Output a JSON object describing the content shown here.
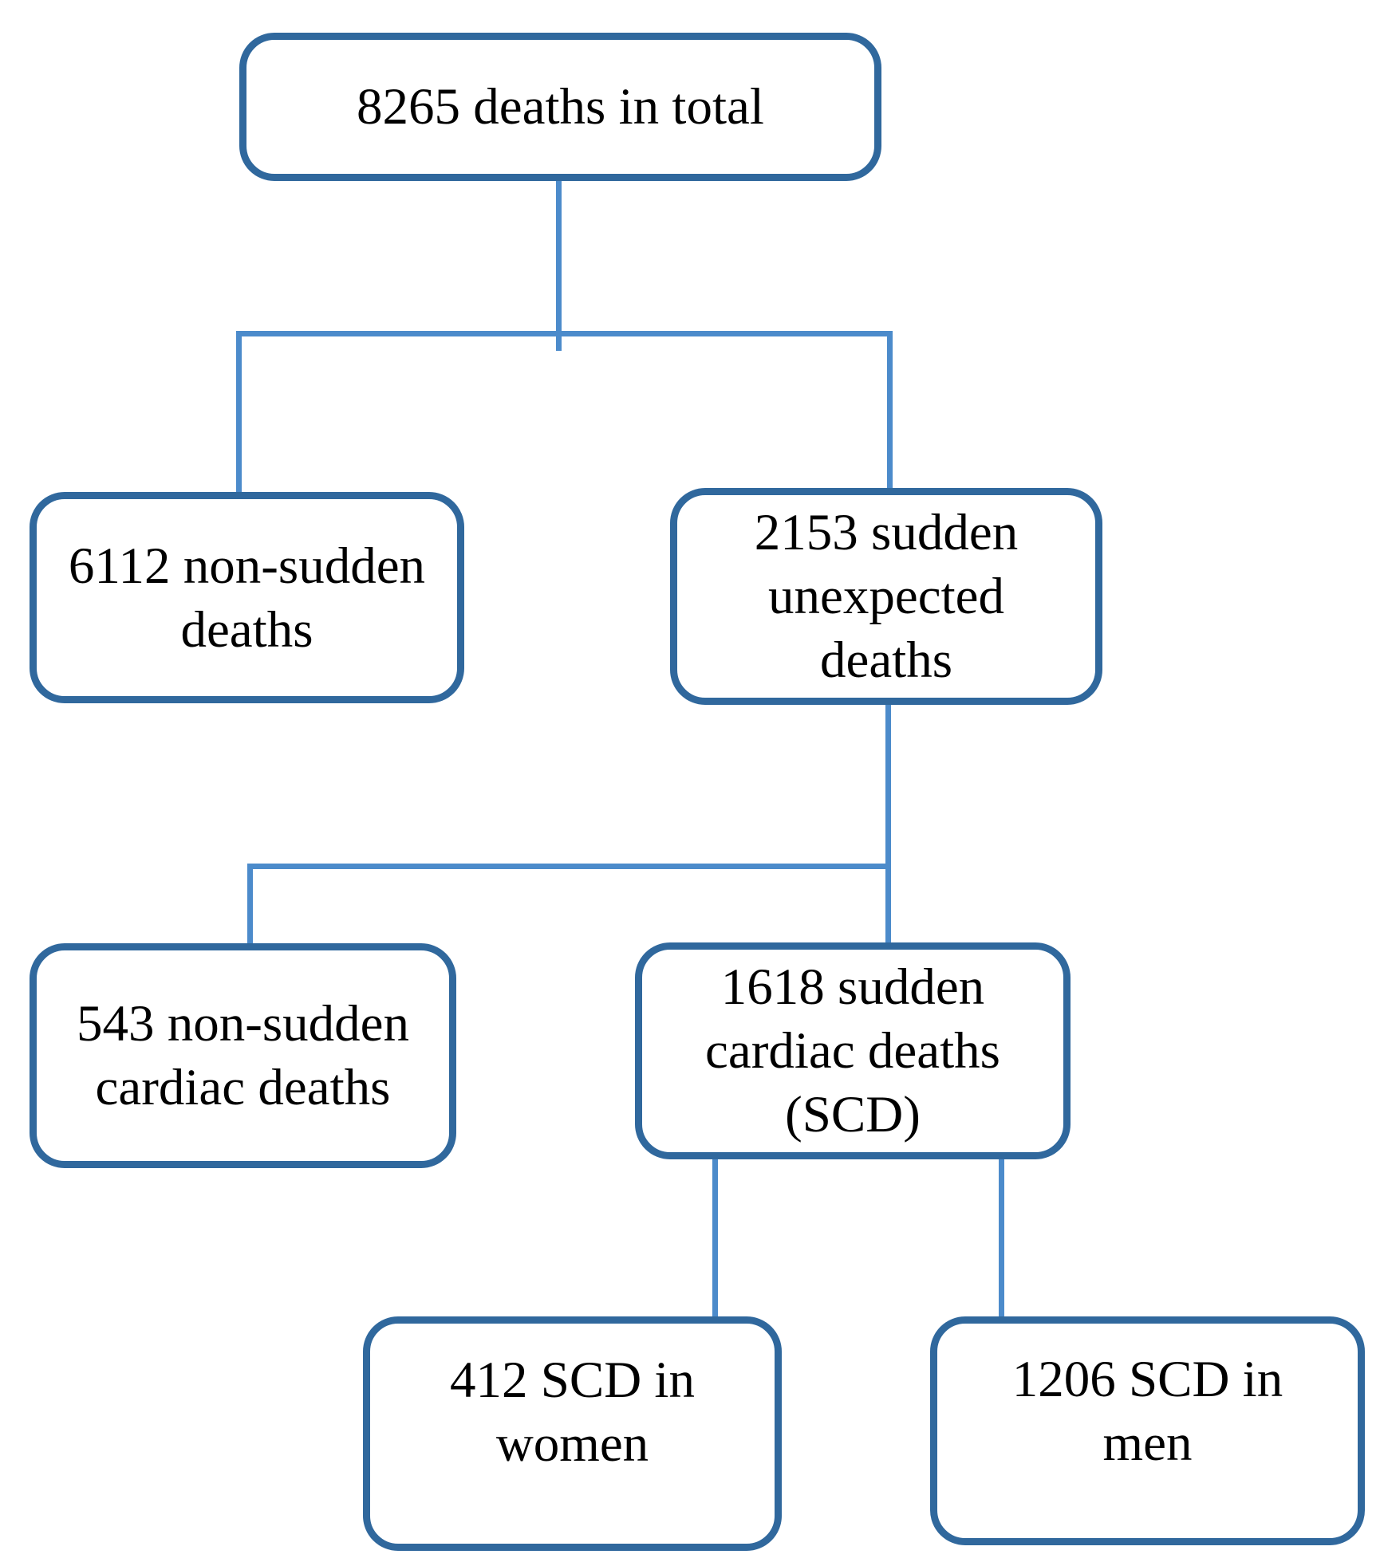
{
  "diagram": {
    "type": "flowchart",
    "description": "Flow diagram classifying deaths into sudden cardiac death categories",
    "colors": {
      "box_border": "#30689D",
      "connector_line": "#4C8BCB",
      "text": "#000000",
      "background": "#FFFFFF"
    },
    "nodes": {
      "total_deaths": {
        "label": "8265 deaths in total",
        "lines": [
          "8265 deaths in total"
        ],
        "value": 8265
      },
      "non_sudden_deaths": {
        "label": "6112 non-sudden deaths",
        "lines": [
          "6112 non-sudden",
          "deaths"
        ],
        "value": 6112
      },
      "sudden_unexpected_deaths": {
        "label": "2153 sudden unexpected deaths",
        "lines": [
          "2153 sudden",
          "unexpected",
          "deaths"
        ],
        "value": 2153
      },
      "non_sudden_cardiac_deaths": {
        "label": "543 non-sudden cardiac deaths",
        "lines": [
          "543 non-sudden",
          "cardiac deaths"
        ],
        "value": 543
      },
      "sudden_cardiac_deaths": {
        "label": "1618 sudden cardiac deaths (SCD)",
        "lines": [
          "1618 sudden",
          "cardiac deaths",
          "(SCD)"
        ],
        "value": 1618
      },
      "scd_women": {
        "label": "412 SCD in women",
        "lines": [
          "412 SCD in",
          "women"
        ],
        "value": 412
      },
      "scd_men": {
        "label": "1206 SCD in men",
        "lines": [
          "1206 SCD in",
          "men"
        ],
        "value": 1206
      }
    },
    "edges": [
      {
        "from": "total_deaths",
        "to": "non_sudden_deaths"
      },
      {
        "from": "total_deaths",
        "to": "sudden_unexpected_deaths"
      },
      {
        "from": "sudden_unexpected_deaths",
        "to": "non_sudden_cardiac_deaths"
      },
      {
        "from": "sudden_unexpected_deaths",
        "to": "sudden_cardiac_deaths"
      },
      {
        "from": "sudden_cardiac_deaths",
        "to": "scd_women"
      },
      {
        "from": "sudden_cardiac_deaths",
        "to": "scd_men"
      }
    ]
  }
}
